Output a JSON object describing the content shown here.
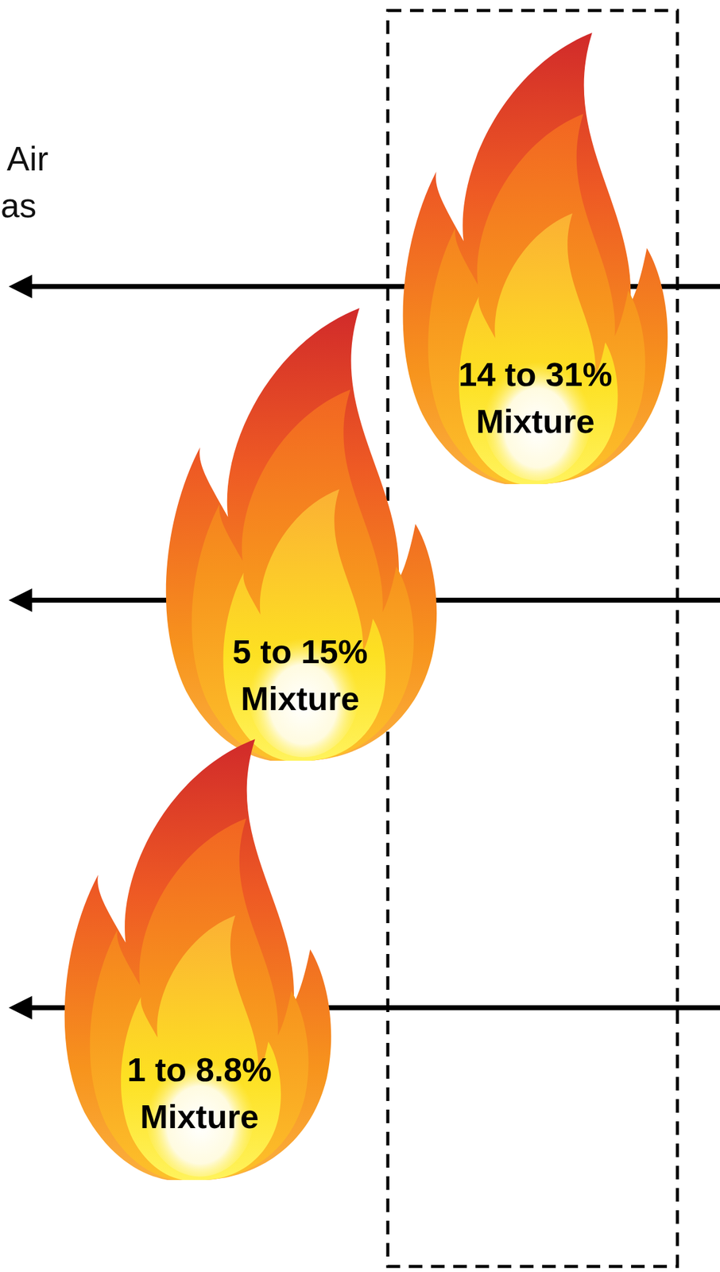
{
  "diagram": {
    "nodes": [
      {
        "text": [
          "14 to 31% Mixture"
        ]
      },
      {
        "text": [
          "5 to 15% Mixture"
        ]
      },
      {
        "text": [
          "1 to 8.8% Mixture"
        ]
      }
    ],
    "labels": [
      "Air",
      "as"
    ]
  }
}
